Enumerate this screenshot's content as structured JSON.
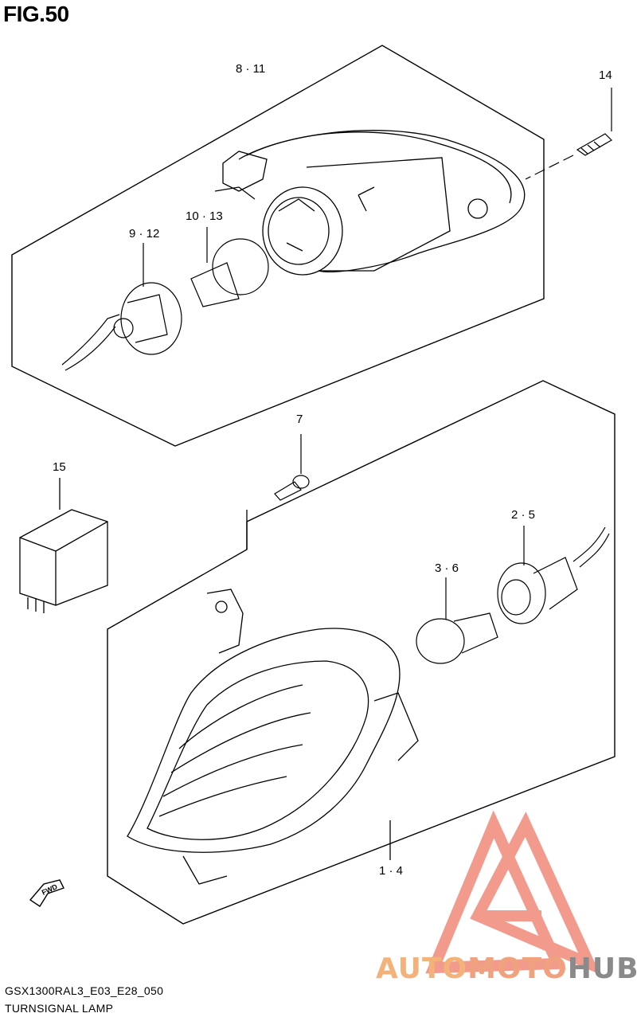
{
  "figure": {
    "title": "FIG.50"
  },
  "callouts": {
    "c_8_11": "8 · 11",
    "c_14": "14",
    "c_9_12": "9 · 12",
    "c_10_13": "10 · 13",
    "c_7": "7",
    "c_15": "15",
    "c_2_5": "2 · 5",
    "c_3_6": "3 · 6",
    "c_1_4": "1 · 4"
  },
  "arrow": {
    "label": "FWD"
  },
  "footer": {
    "code": "GSX1300RAL3_E03_E28_050",
    "name": "TURNSIGNAL LAMP"
  },
  "watermark": {
    "part1": "AUTO",
    "part2": "MOTO",
    "part3": "HUB",
    "colors": {
      "triangle": "#f08a7a",
      "auto": "#f3b27a",
      "moto": "#f0a27f",
      "hub": "#8a8a8a"
    }
  }
}
